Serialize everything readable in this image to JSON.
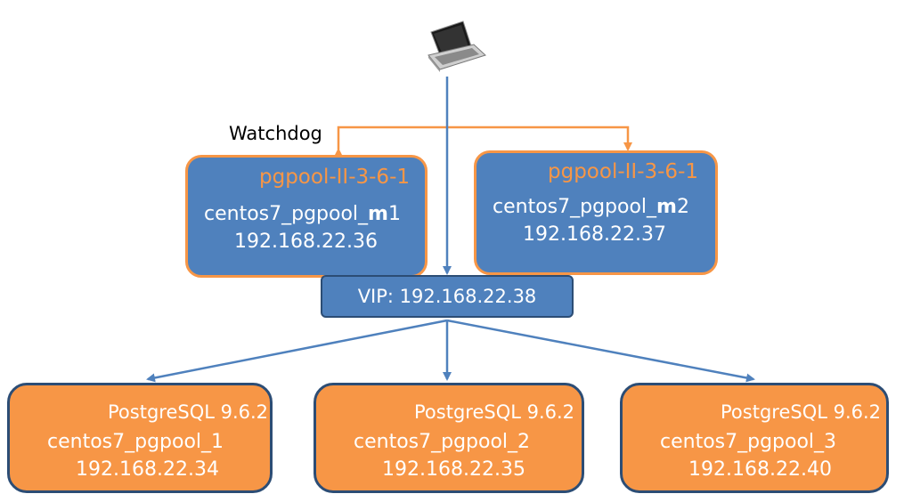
{
  "watchdog": {
    "label": "Watchdog"
  },
  "client": {
    "icon": "laptop-icon"
  },
  "pgpool_nodes": [
    {
      "version": "pgpool-II-3-6-1",
      "host_prefix": "centos7_pgpool_",
      "host_bold": "m",
      "host_suffix": "1",
      "ip": "192.168.22.36"
    },
    {
      "version": "pgpool-II-3-6-1",
      "host_prefix": "centos7_pgpool_",
      "host_bold": "m",
      "host_suffix": "2",
      "ip": "192.168.22.37"
    }
  ],
  "vip": {
    "label": "VIP: 192.168.22.38"
  },
  "postgres_nodes": [
    {
      "version": "PostgreSQL 9.6.2",
      "host": "centos7_pgpool_1",
      "ip": "192.168.22.34"
    },
    {
      "version": "PostgreSQL 9.6.2",
      "host": "centos7_pgpool_2",
      "ip": "192.168.22.35"
    },
    {
      "version": "PostgreSQL 9.6.2",
      "host": "centos7_pgpool_3",
      "ip": "192.168.22.40"
    }
  ],
  "colors": {
    "pgpool_fill": "#4f81bd",
    "pgpool_border": "#f79646",
    "postgres_fill": "#f79646",
    "postgres_border": "#2c4d75",
    "blue_arrow": "#4f81bd",
    "orange_arrow": "#f79646"
  }
}
